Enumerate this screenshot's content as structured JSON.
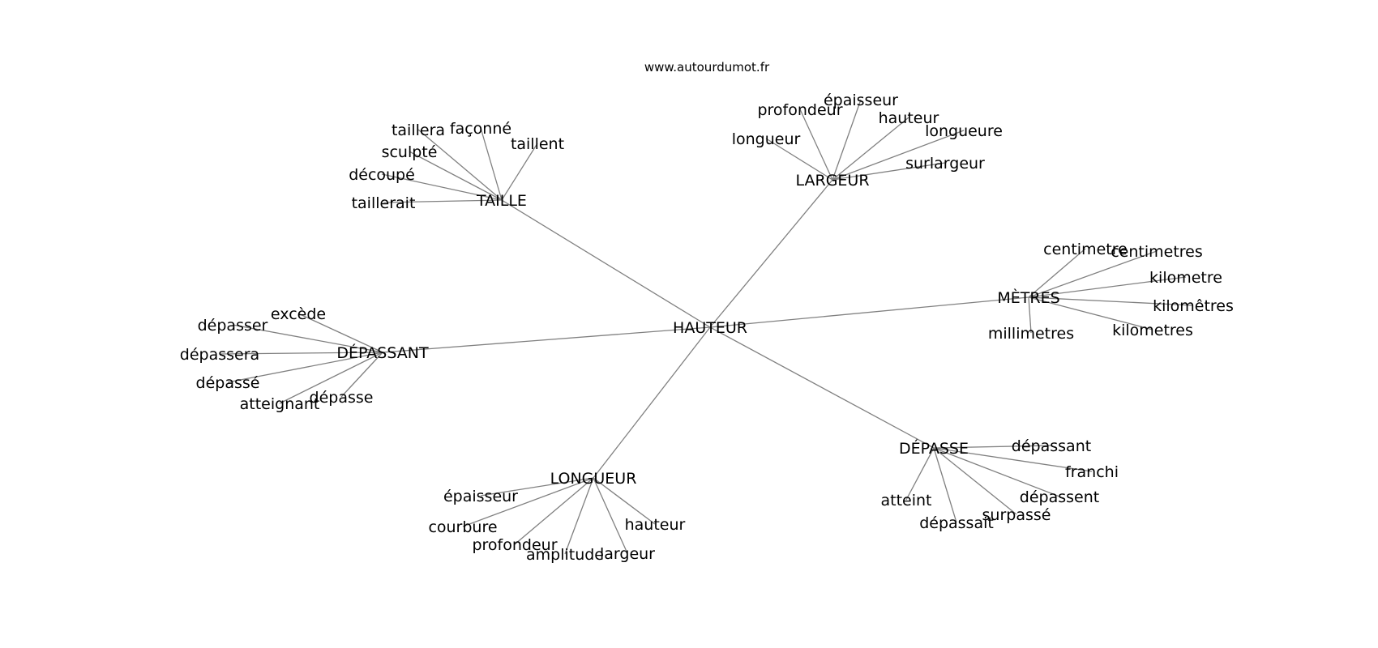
{
  "site": "www.autourdumot.fr",
  "colors": {
    "edge": "#808080",
    "text": "#000000",
    "background": "#ffffff"
  },
  "graph": {
    "center": "HAUTEUR",
    "clusters": [
      {
        "label": "TAILLE",
        "words": [
          "taillera",
          "façonné",
          "taillent",
          "sculpté",
          "découpé",
          "taillerait"
        ]
      },
      {
        "label": "LARGEUR",
        "words": [
          "épaisseur",
          "profondeur",
          "hauteur",
          "longueur",
          "longueure",
          "surlargeur"
        ]
      },
      {
        "label": "MÈTRES",
        "words": [
          "centimetre",
          "centimetres",
          "kilometre",
          "kilomêtres",
          "kilometres",
          "millimetres"
        ]
      },
      {
        "label": "DÉPASSANT",
        "words": [
          "excède",
          "dépasser",
          "dépassera",
          "dépassé",
          "atteignant",
          "dépasse"
        ]
      },
      {
        "label": "DÉPASSE",
        "words": [
          "dépassant",
          "franchi",
          "dépassent",
          "surpassé",
          "dépassait",
          "atteint"
        ]
      },
      {
        "label": "LONGUEUR",
        "words": [
          "épaisseur",
          "courbure",
          "profondeur",
          "amplitude",
          "largeur",
          "hauteur"
        ]
      }
    ]
  }
}
